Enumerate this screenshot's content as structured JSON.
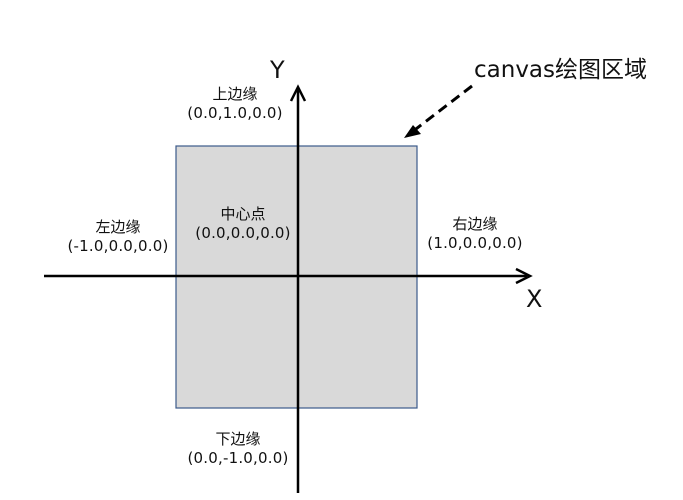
{
  "canvas_label": "canvas绘图区域",
  "axes": {
    "x_label": "X",
    "y_label": "Y"
  },
  "points": {
    "top": {
      "name": "上边缘",
      "coord": "(0.0,1.0,0.0)"
    },
    "bottom": {
      "name": "下边缘",
      "coord": "(0.0,-1.0,0.0)"
    },
    "left": {
      "name": "左边缘",
      "coord": "(-1.0,0.0,0.0)"
    },
    "right": {
      "name": "右边缘",
      "coord": "(1.0,0.0,0.0)"
    },
    "center": {
      "name": "中心点",
      "coord": "(0.0,0.0,0.0)"
    }
  },
  "colors": {
    "canvas_fill": "#d9d9d9",
    "canvas_border": "#3b5a8a",
    "axis": "#000000"
  }
}
